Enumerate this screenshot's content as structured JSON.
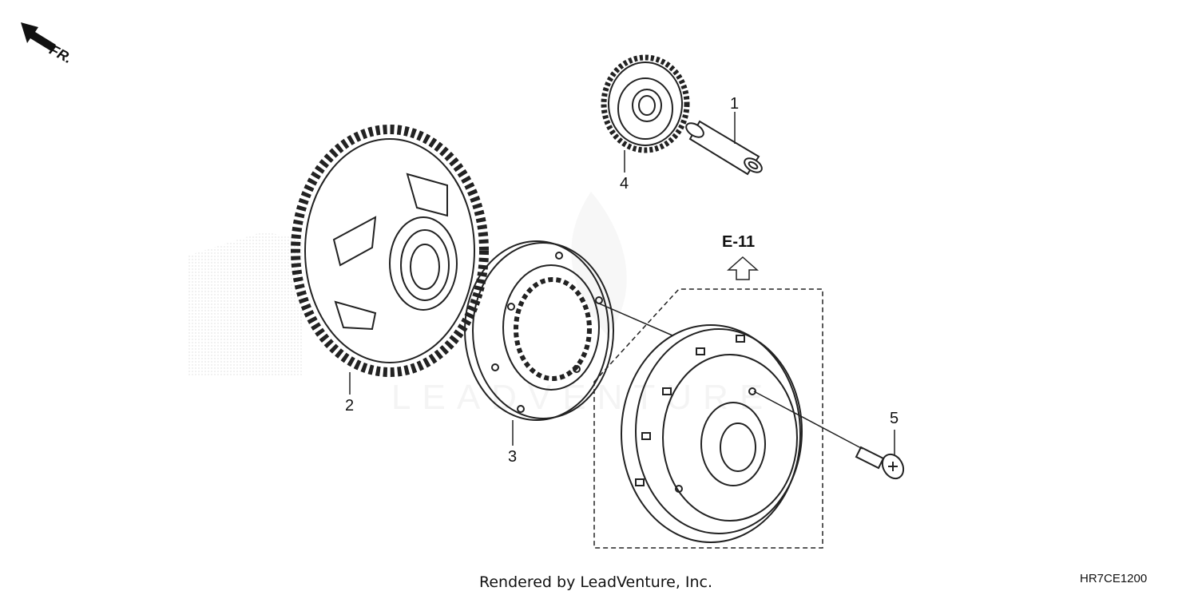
{
  "orientation": {
    "label": "FR.",
    "icon": "front-direction-arrow-icon"
  },
  "reference": {
    "label": "E-11",
    "icon": "up-outline-arrow-icon"
  },
  "callouts": [
    {
      "number": "1",
      "part": "shaft"
    },
    {
      "number": "2",
      "part": "large-gear"
    },
    {
      "number": "3",
      "part": "one-way-clutch"
    },
    {
      "number": "4",
      "part": "idle-gear"
    },
    {
      "number": "5",
      "part": "bolt"
    }
  ],
  "footer": {
    "credit": "Rendered by LeadVenture, Inc.",
    "code": "HR7CE1200"
  }
}
